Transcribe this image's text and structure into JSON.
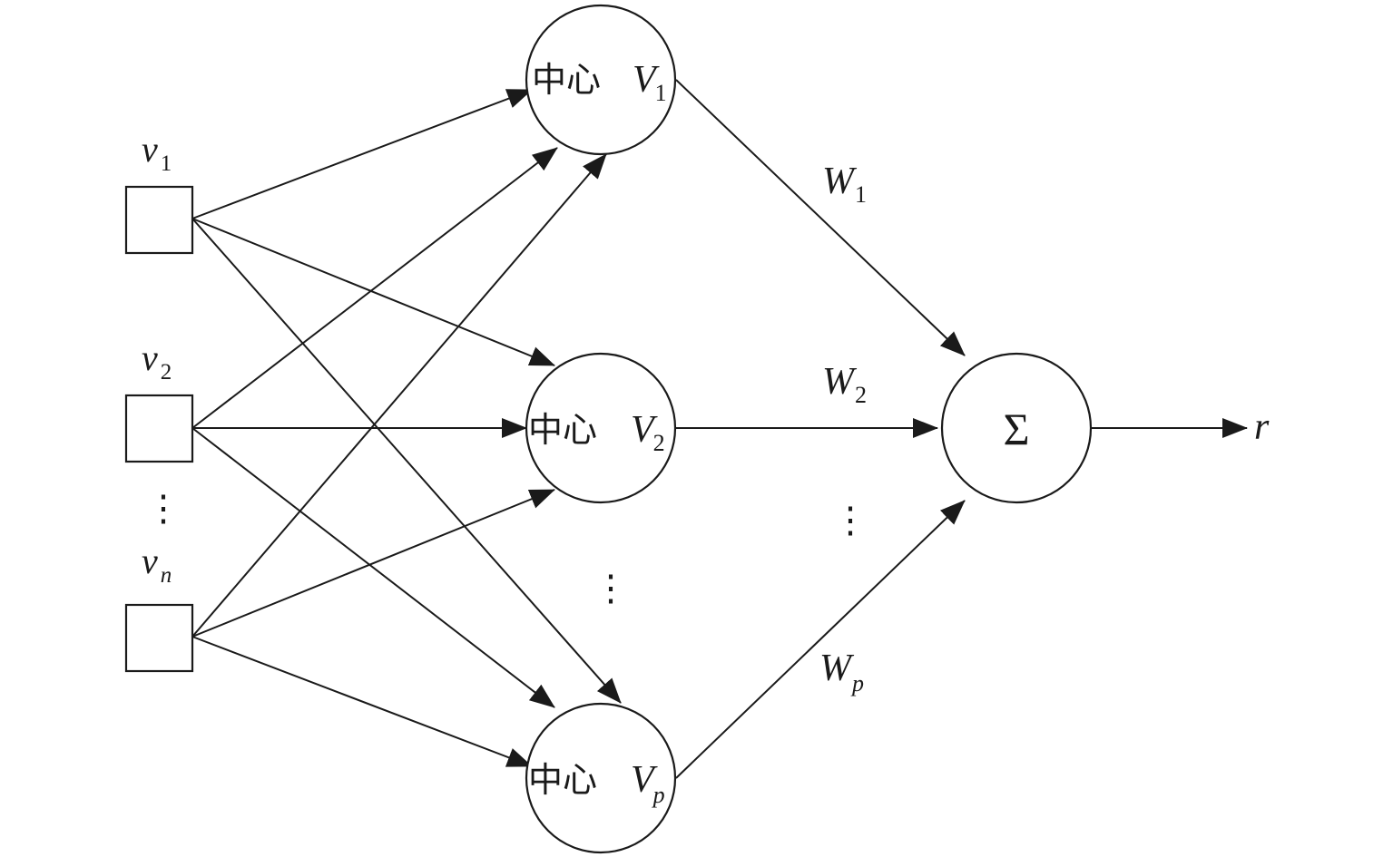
{
  "inputs": [
    {
      "symbol": "v",
      "sub": "1"
    },
    {
      "symbol": "v",
      "sub": "2"
    },
    {
      "symbol": "v",
      "sub": "n"
    }
  ],
  "input_ellipsis": "⋮",
  "centers": [
    {
      "prefix": "中心",
      "symbol": "V",
      "sub": "1"
    },
    {
      "prefix": "中心",
      "symbol": "V",
      "sub": "2"
    },
    {
      "prefix": "中心",
      "symbol": "V",
      "sub": "p"
    }
  ],
  "center_ellipsis": "⋮",
  "weights": [
    {
      "symbol": "W",
      "sub": "1"
    },
    {
      "symbol": "W",
      "sub": "2"
    },
    {
      "symbol": "W",
      "sub": "p"
    }
  ],
  "weight_ellipsis": "⋮",
  "sum_symbol": "Σ",
  "output": "r",
  "colors": {
    "stroke": "#1a1a1a",
    "background": "#ffffff"
  }
}
